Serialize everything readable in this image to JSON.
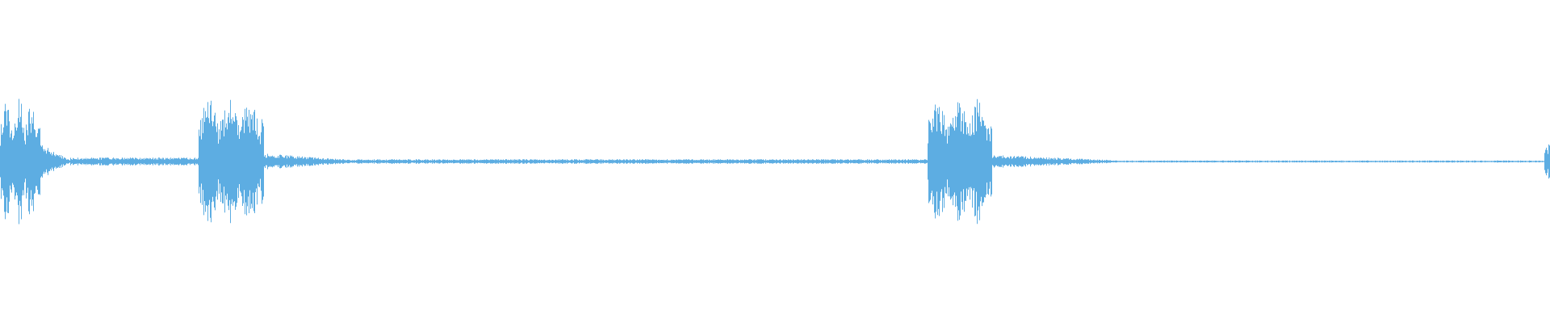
{
  "waveform": {
    "color": "#5dade2",
    "background": "#ffffff",
    "duration_fraction_segments": [
      {
        "start": 0.0,
        "end": 0.026,
        "type": "burst",
        "peak": 0.95
      },
      {
        "start": 0.026,
        "end": 0.045,
        "type": "decay",
        "peak": 0.25
      },
      {
        "start": 0.045,
        "end": 0.128,
        "type": "quiet",
        "peak": 0.06
      },
      {
        "start": 0.128,
        "end": 0.17,
        "type": "burst",
        "peak": 0.95
      },
      {
        "start": 0.17,
        "end": 0.23,
        "type": "decay",
        "peak": 0.1
      },
      {
        "start": 0.23,
        "end": 0.598,
        "type": "quiet",
        "peak": 0.035
      },
      {
        "start": 0.598,
        "end": 0.64,
        "type": "burst",
        "peak": 0.97
      },
      {
        "start": 0.64,
        "end": 0.72,
        "type": "decay",
        "peak": 0.08
      },
      {
        "start": 0.72,
        "end": 0.996,
        "type": "quiet",
        "peak": 0.015
      },
      {
        "start": 0.996,
        "end": 1.0,
        "type": "burst",
        "peak": 0.3
      }
    ]
  }
}
